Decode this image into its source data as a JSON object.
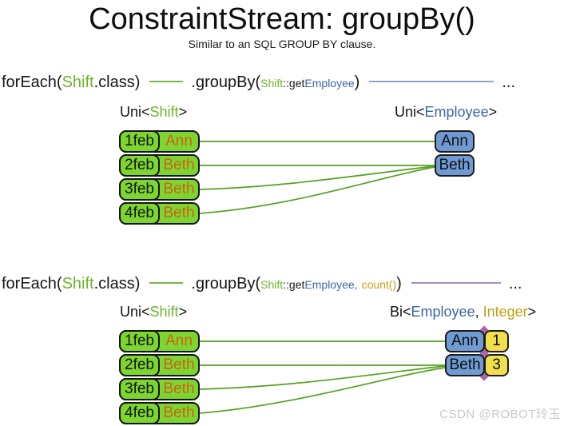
{
  "title": "ConstraintStream: groupBy()",
  "subtitle": "Similar to an SQL GROUP BY clause.",
  "watermark": "CSDN @ROBOT玲玉",
  "colors": {
    "text_green": "#6cb62c",
    "text_orange": "#d25f1b",
    "text_blue": "#3c67a7",
    "text_gold": "#c5a016",
    "box_green": "#7dd62f",
    "box_blue": "#6f9ad3",
    "box_yellow": "#f2df4e",
    "line_green": "#55a021",
    "line_blue": "#8ca5c7",
    "line_purple": "#a28fba",
    "conn_green": "#7ab648",
    "diamond_purple": "#a868a8"
  },
  "stream1": {
    "foreach": {
      "pre": "forEach(",
      "cls": "Shift",
      "post": ".class)"
    },
    "groupby": {
      "open": ".groupBy(",
      "arg_cls": "Shift",
      "arg_mid": "::get",
      "arg_prop": "Employee",
      "close": ")"
    },
    "ellipsis": "...",
    "left_header": {
      "pre": "Uni<",
      "type": "Shift",
      "post": ">"
    },
    "right_header": {
      "pre": "Uni<",
      "type": "Employee",
      "post": ">"
    },
    "rows": [
      {
        "date": "1feb",
        "name": "Ann"
      },
      {
        "date": "2feb",
        "name": "Beth"
      },
      {
        "date": "3feb",
        "name": "Beth"
      },
      {
        "date": "4feb",
        "name": "Beth"
      }
    ],
    "groups": [
      "Ann",
      "Beth"
    ]
  },
  "stream2": {
    "foreach": {
      "pre": "forEach(",
      "cls": "Shift",
      "post": ".class)"
    },
    "groupby": {
      "open": ".groupBy(",
      "arg_cls": "Shift",
      "arg_mid": "::get",
      "arg_prop": "Employee,",
      "arg2": "count()",
      "close": ")"
    },
    "ellipsis": "...",
    "left_header": {
      "pre": "Uni<",
      "type": "Shift",
      "post": ">"
    },
    "right_header": {
      "pre": "Bi<",
      "type1": "Employee",
      "sep": ", ",
      "type2": "Integer",
      "post": ">"
    },
    "rows": [
      {
        "date": "1feb",
        "name": "Ann"
      },
      {
        "date": "2feb",
        "name": "Beth"
      },
      {
        "date": "3feb",
        "name": "Beth"
      },
      {
        "date": "4feb",
        "name": "Beth"
      }
    ],
    "groups": [
      {
        "name": "Ann",
        "count": "1"
      },
      {
        "name": "Beth",
        "count": "3"
      }
    ]
  }
}
